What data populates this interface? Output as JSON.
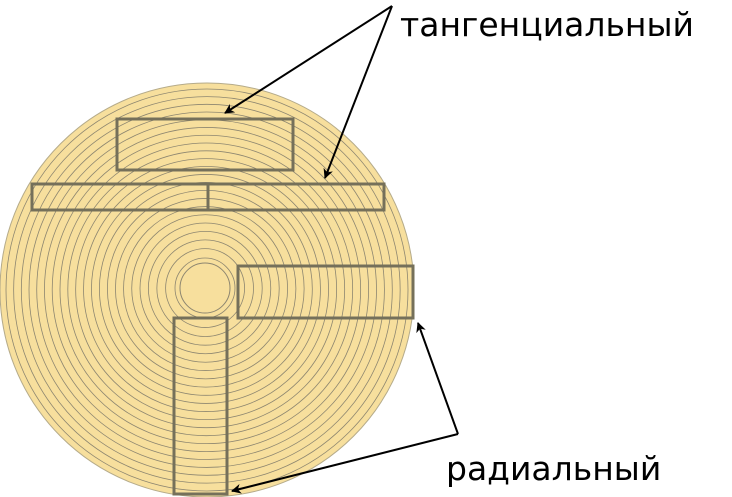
{
  "labels": {
    "tangential": "тангенциальный",
    "radial": "радиальный"
  },
  "colors": {
    "wood": "#f7df9d",
    "ring": "#8d8670",
    "board": "#75705a",
    "arrow": "#000000",
    "background": "#ffffff"
  },
  "ring_count": 22
}
